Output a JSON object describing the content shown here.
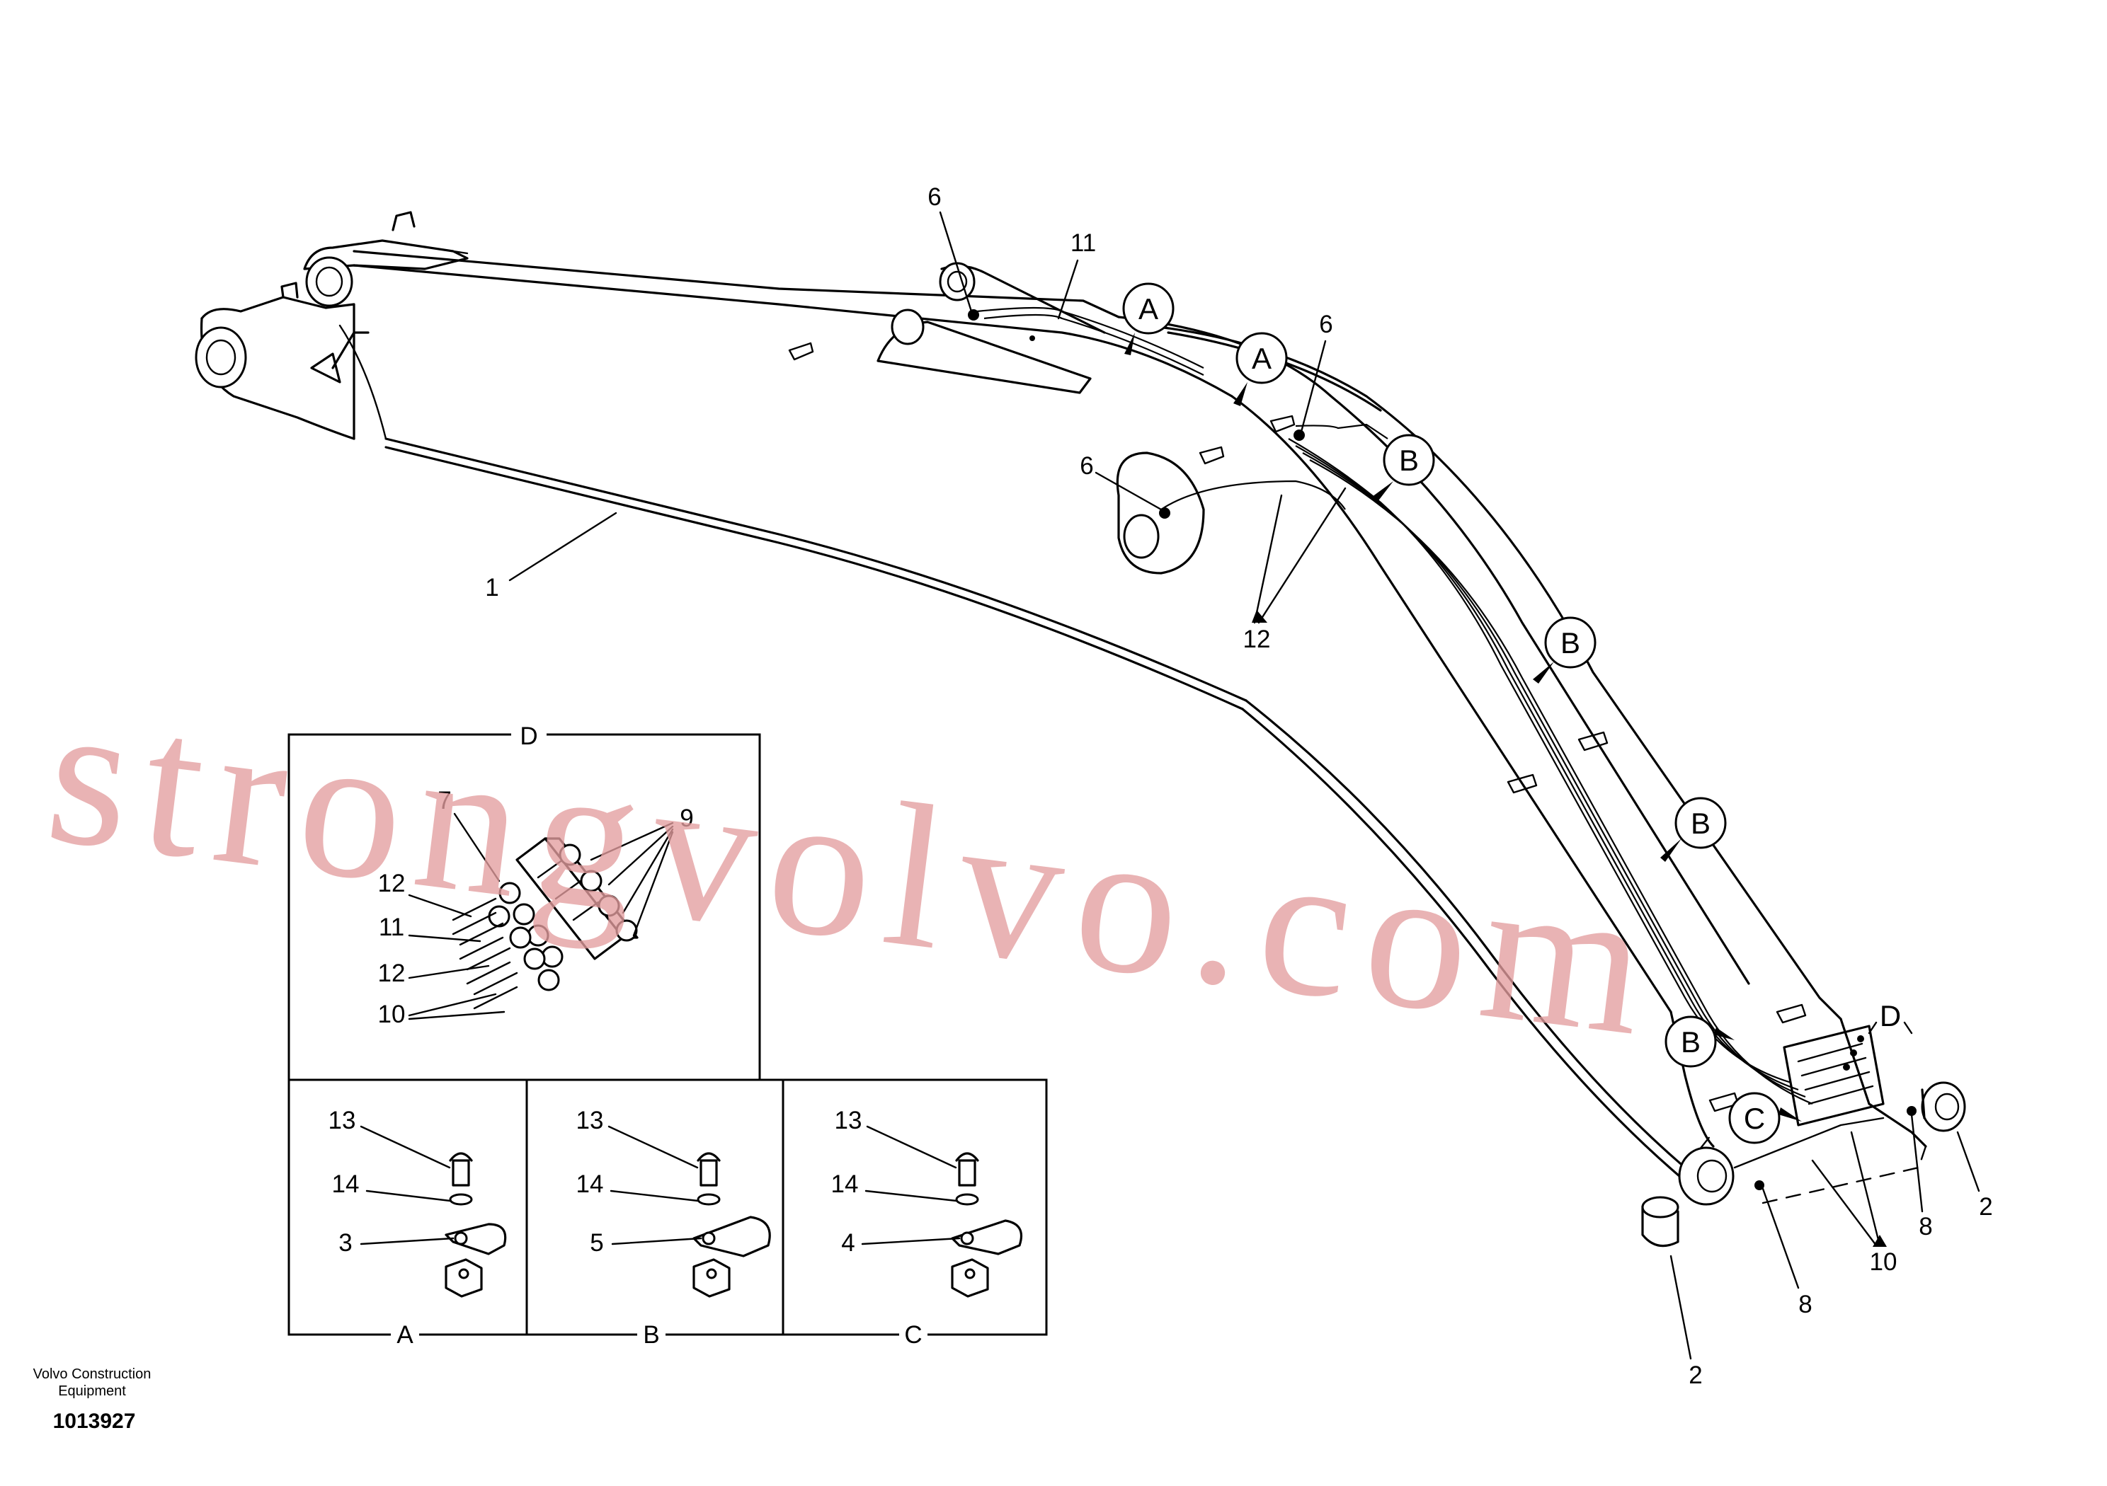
{
  "document": {
    "company_line1": "Volvo Construction",
    "company_line2": "Equipment",
    "drawing_number": "1013927",
    "watermark": "strongvolvo.com"
  },
  "callouts": {
    "a1": "A",
    "a2": "A",
    "b1": "B",
    "b2": "B",
    "b3": "B",
    "b4": "B",
    "c1": "C",
    "d1": "D"
  },
  "labels": {
    "boom": "1",
    "pipe_upper": "11",
    "plug_top": "6",
    "plug_mid": "6",
    "plug_pivot": "6",
    "hoses": "12",
    "bushing_front": "2",
    "bushing_rear": "2",
    "nipple_front": "8",
    "nipple_rear": "8",
    "hoses_lower": "10"
  },
  "detail_d": {
    "title": "D",
    "parts": {
      "p7": "7",
      "p9": "9",
      "p12a": "12",
      "p11": "11",
      "p12b": "12",
      "p10": "10"
    }
  },
  "detail_a": {
    "title": "A",
    "screw": "13",
    "washer": "14",
    "clamp": "3"
  },
  "detail_b": {
    "title": "B",
    "screw": "13",
    "washer": "14",
    "clamp": "5"
  },
  "detail_c": {
    "title": "C",
    "screw": "13",
    "washer": "14",
    "clamp": "4"
  }
}
